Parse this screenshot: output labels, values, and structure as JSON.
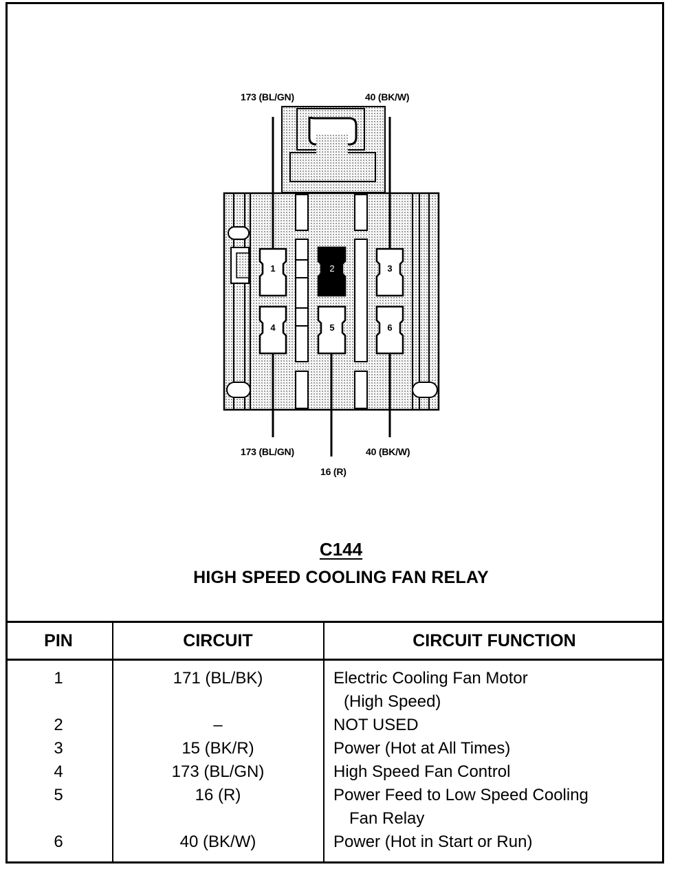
{
  "diagram": {
    "top_labels": {
      "left": "173 (BL/GN)",
      "right": "40 (BK/W)"
    },
    "bottom_labels": {
      "left": "173 (BL/GN)",
      "center": "16 (R)",
      "right": "40 (BK/W)"
    },
    "terminals": [
      "1",
      "2",
      "3",
      "4",
      "5",
      "6"
    ],
    "connector_id": "C144",
    "connector_name": "HIGH SPEED COOLING FAN RELAY"
  },
  "table": {
    "headers": {
      "pin": "PIN",
      "circuit": "CIRCUIT",
      "function": "CIRCUIT FUNCTION"
    },
    "rows": [
      {
        "pin": "1",
        "circuit": "171 (BL/BK)",
        "function": [
          "Electric Cooling Fan Motor",
          "(High Speed)"
        ]
      },
      {
        "pin": "2",
        "circuit": "–",
        "function": [
          "NOT USED"
        ]
      },
      {
        "pin": "3",
        "circuit": "15 (BK/R)",
        "function": [
          "Power (Hot at All Times)"
        ]
      },
      {
        "pin": "4",
        "circuit": "173 (BL/GN)",
        "function": [
          "High Speed Fan Control"
        ]
      },
      {
        "pin": "5",
        "circuit": "16 (R)",
        "function": [
          "Power Feed to Low Speed Cooling",
          "Fan Relay"
        ]
      },
      {
        "pin": "6",
        "circuit": "40 (BK/W)",
        "function": [
          "Power (Hot in Start or Run)"
        ]
      }
    ]
  }
}
